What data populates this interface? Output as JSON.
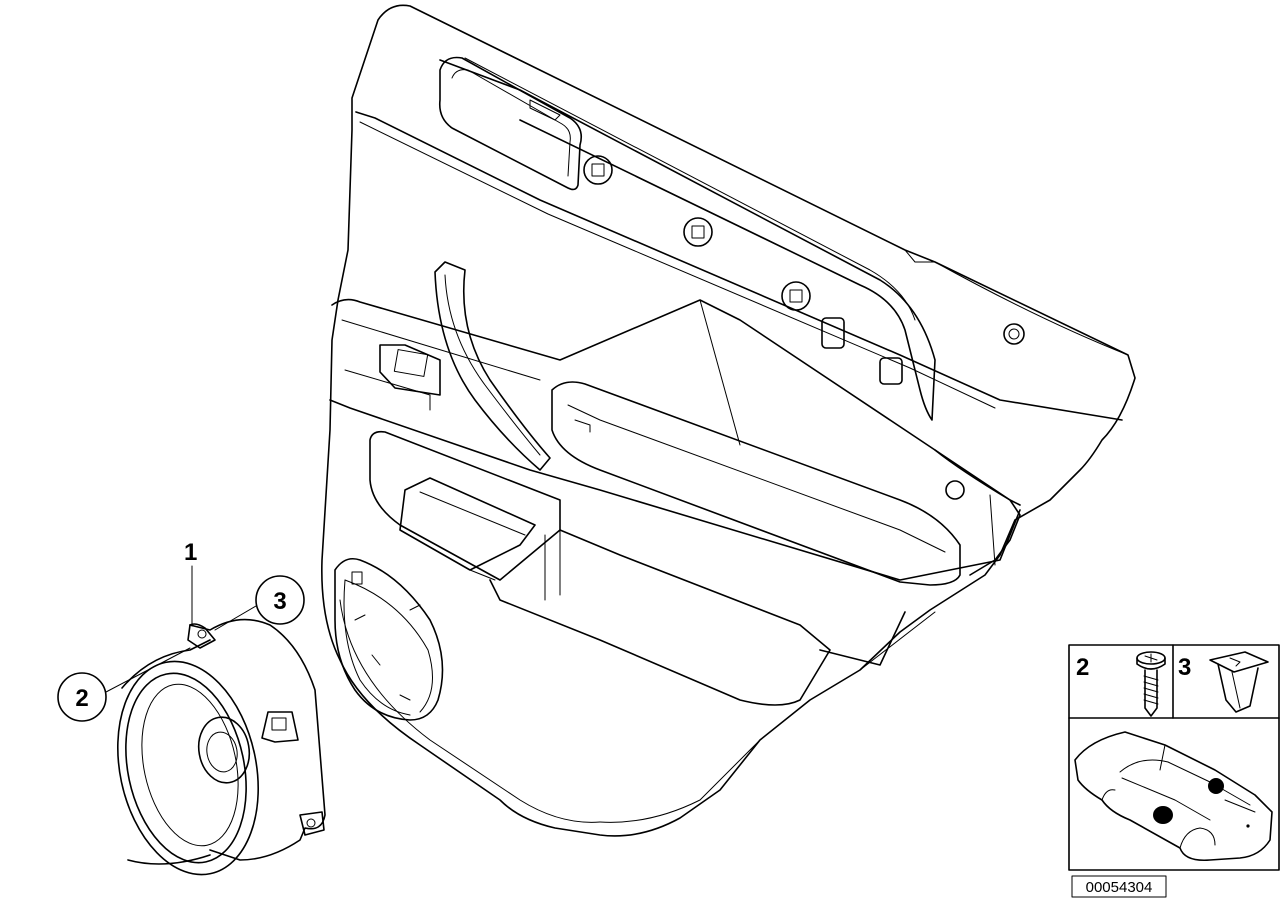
{
  "callouts": [
    {
      "id": "part-1",
      "number": "1"
    },
    {
      "id": "part-2",
      "number": "2"
    },
    {
      "id": "part-3",
      "number": "3"
    }
  ],
  "legend": {
    "items": [
      {
        "number": "2",
        "icon": "screw-icon"
      },
      {
        "number": "3",
        "icon": "clip-nut-icon"
      }
    ],
    "location_icon": "car-speaker-location-icon"
  },
  "reference_number": "00054304"
}
